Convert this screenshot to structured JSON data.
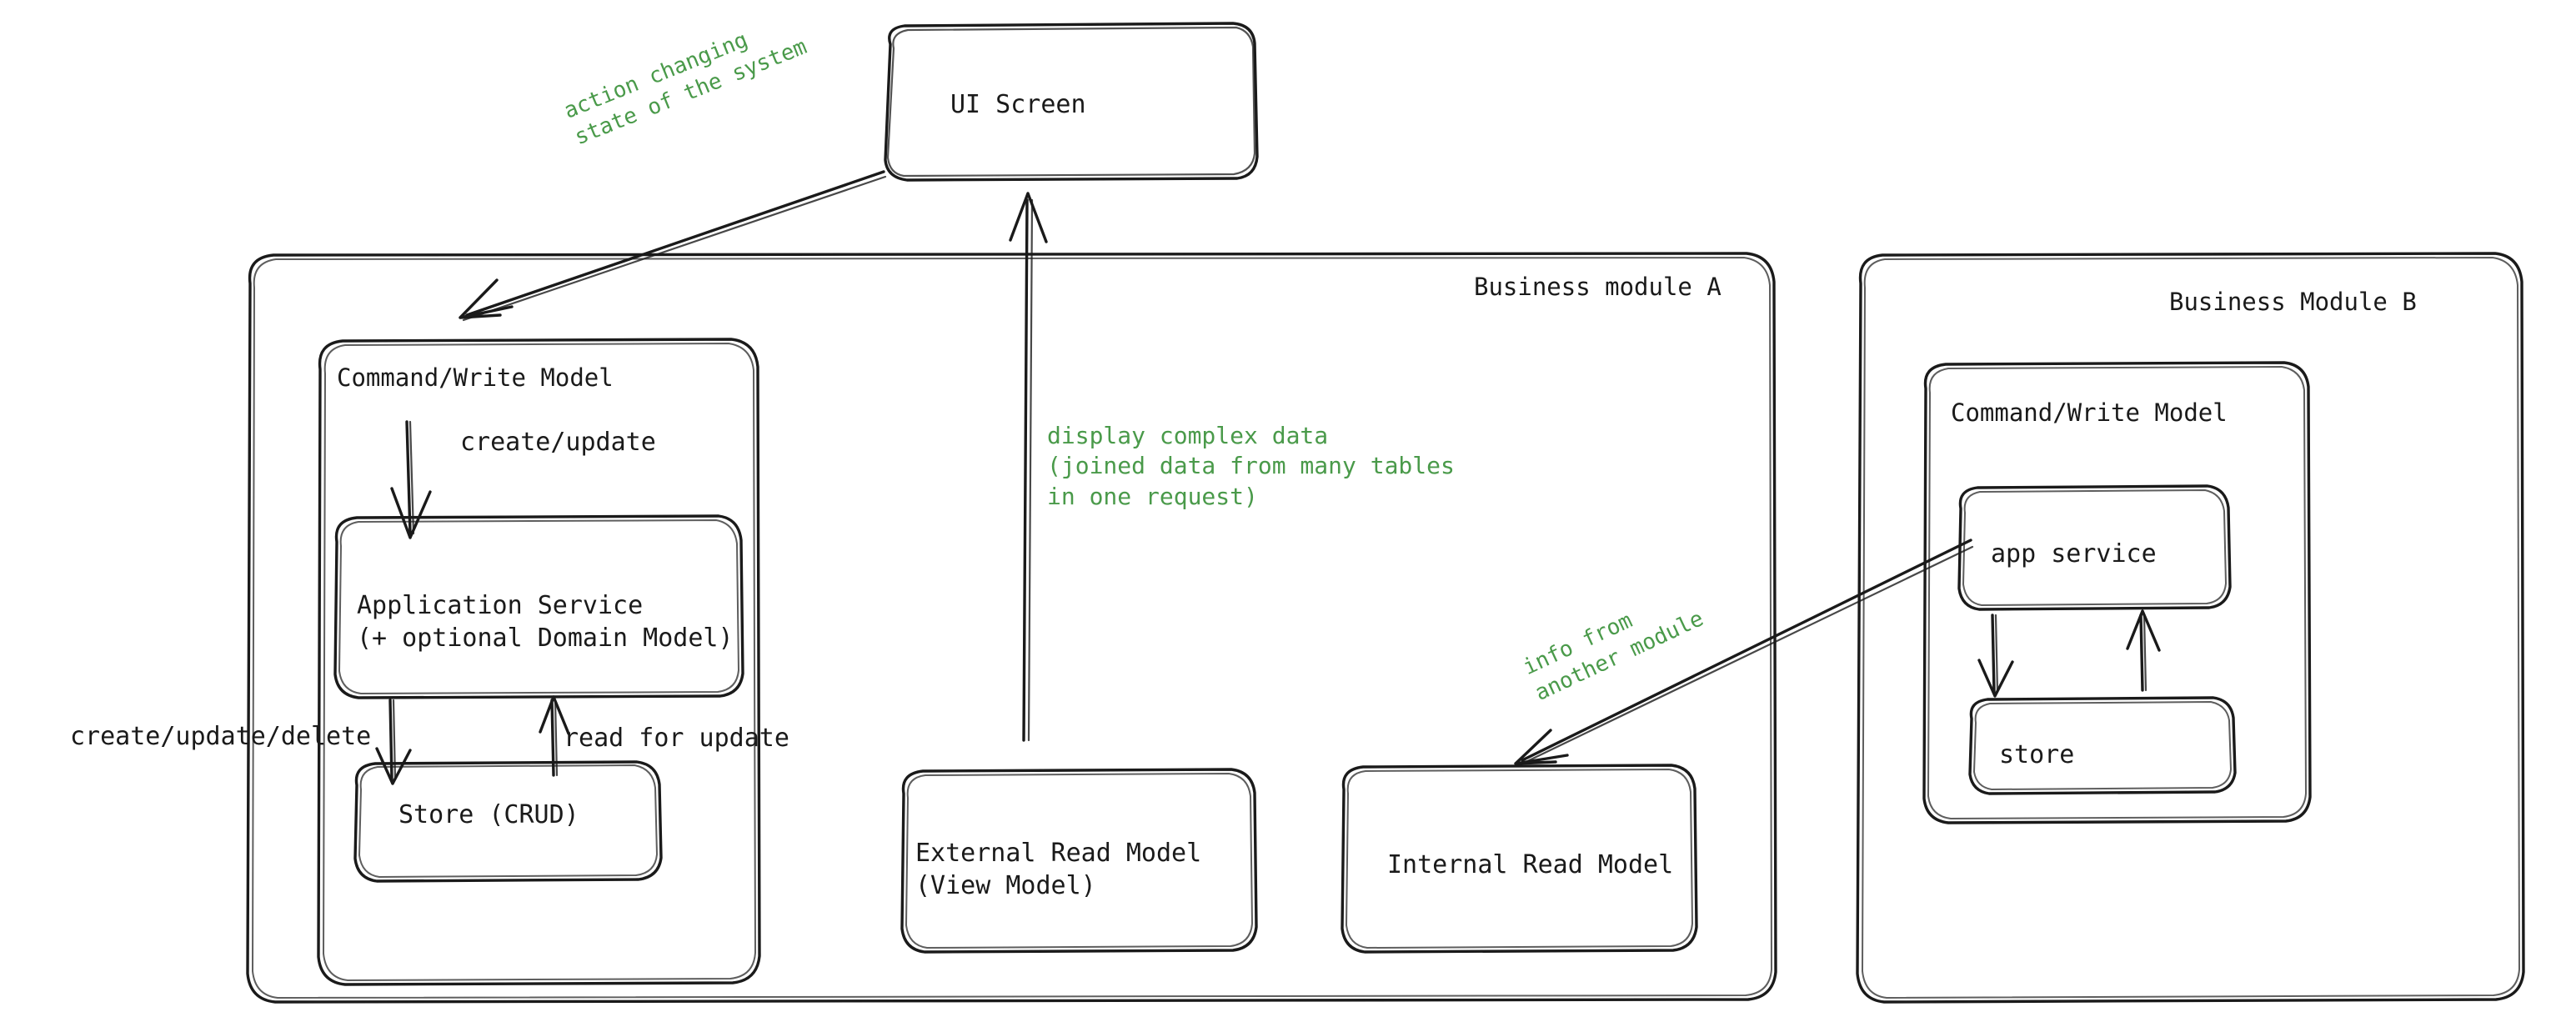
{
  "diagram": {
    "title": "CQRS business module architecture",
    "accent_green": "#4a9a4a",
    "stroke_color": "#1a1a1a",
    "background": "#ffffff"
  },
  "nodes": {
    "ui_screen": {
      "label": "UI Screen"
    },
    "module_a": {
      "title": "Business module A"
    },
    "module_a_write": {
      "title": "Command/Write Model",
      "app_service_line1": "Application Service",
      "app_service_line2": "(+ optional Domain Model)",
      "store": "Store (CRUD)"
    },
    "external_read_model": {
      "line1": "External Read Model",
      "line2": "(View Model)"
    },
    "internal_read_model": {
      "label": "Internal Read Model"
    },
    "module_b": {
      "title": "Business Module B"
    },
    "module_b_write": {
      "title": "Command/Write Model",
      "app_service": "app service",
      "store": "store"
    }
  },
  "edges": {
    "action_changing_state": {
      "line1": "action changing",
      "line2": "state of the system"
    },
    "create_update": {
      "label": "create/update"
    },
    "create_update_delete": {
      "label": "create/update/delete"
    },
    "read_for_update": {
      "label": "read for update"
    },
    "display_complex_data": {
      "line1": "display complex data",
      "line2": "(joined data from many tables",
      "line3": "in one request)"
    },
    "info_from_another_module": {
      "line1": "info from",
      "line2": "another module"
    }
  }
}
